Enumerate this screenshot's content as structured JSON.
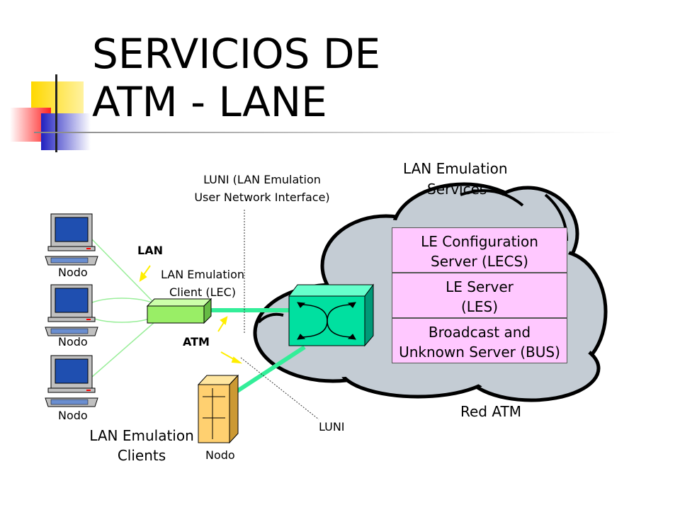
{
  "slide": {
    "title_line1": "SERVICIOS DE",
    "title_line2": "ATM - LANE"
  },
  "labels": {
    "luni_top_line1": "LUNI (LAN Emulation",
    "luni_top_line2": "User Network Interface)",
    "les_services_line1": "LAN Emulation",
    "les_services_line2": "Services",
    "lan": "LAN",
    "lec_line1": "LAN Emulation",
    "lec_line2": "Client (LEC)",
    "atm": "ATM",
    "red_atm": "Red ATM",
    "luni_bottom": "LUNI",
    "clients_line1": "LAN Emulation",
    "clients_line2": "Clients"
  },
  "nodes": [
    "Nodo",
    "Nodo",
    "Nodo",
    "Nodo"
  ],
  "servers": [
    {
      "line1": "LE Configuration",
      "line2": "Server (LECS)"
    },
    {
      "line1": "LE Server",
      "line2": "(LES)"
    },
    {
      "line1": "Broadcast and",
      "line2": "Unknown Server (BUS)"
    }
  ],
  "colors": {
    "cloud_fill": "#c4ccd4",
    "server_fill": "#ffc8ff",
    "switch_fill": "#00e0a0",
    "link_green": "#33ee99",
    "lan_line": "#99ee99",
    "lec_fill": "#99ee66",
    "deco_yellow": "#ffd800",
    "deco_red": "#ff4040",
    "deco_blue": "#3030c0",
    "tower_fill": "#ffd070"
  }
}
